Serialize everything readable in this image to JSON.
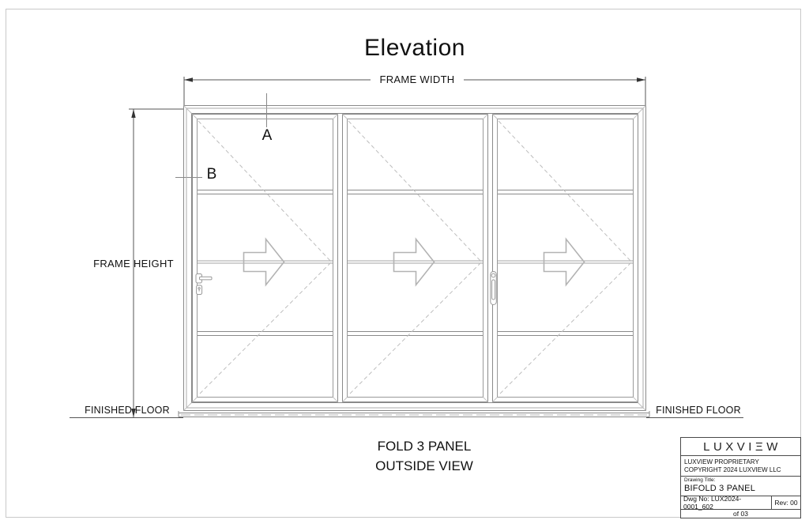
{
  "sheet": {
    "title": "Elevation",
    "subtitle_line1": "FOLD 3 PANEL",
    "subtitle_line2": "OUTSIDE VIEW"
  },
  "dimensions": {
    "frame_width_label": "FRAME WIDTH",
    "frame_height_label": "FRAME HEIGHT",
    "finished_floor_left": "FINISHED FLOOR",
    "finished_floor_right": "FINISHED FLOOR"
  },
  "callouts": {
    "a": "A",
    "b": "B"
  },
  "door": {
    "panel_count": 3,
    "fold_direction": "right",
    "icons": {
      "fold_arrow": "right-arrow-outline",
      "left_handle": "lever-handle-with-lock",
      "center_handle": "vertical-pull-handle"
    }
  },
  "title_block": {
    "logo": "LUXVIΞW",
    "proprietary": "LUXVIEW PROPRIETARY",
    "copyright": "COPYRIGHT 2024 LUXVIEW LLC",
    "drawing_title_label": "Drawing Title:",
    "drawing_title": "BIFOLD 3 PANEL",
    "dwg_no": "Dwg No: LUX2024-0001_602",
    "rev": "Rev: 00",
    "sheet_of": "of 03"
  },
  "colors": {
    "dim_line": "#555555",
    "frame_line": "#8a8a8a",
    "light_line": "#bdbdbd",
    "sheet_border": "#c9c9c9",
    "text": "#111111"
  }
}
